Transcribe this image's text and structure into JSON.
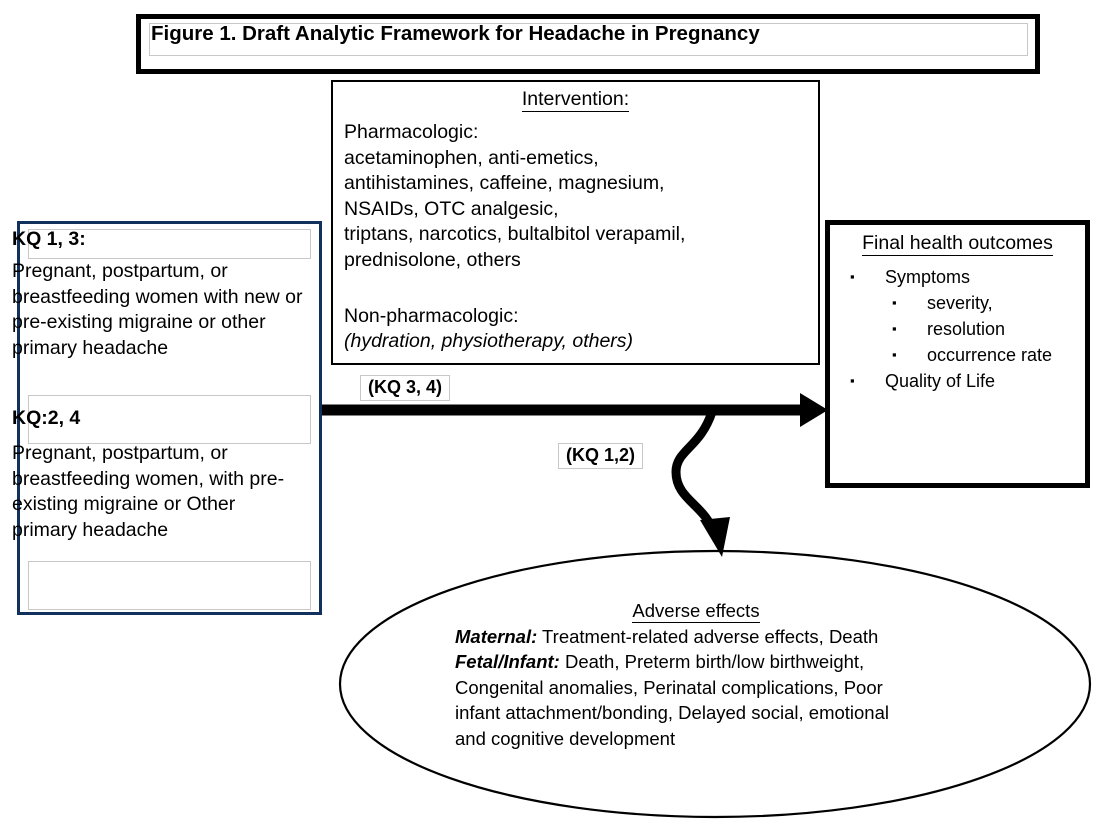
{
  "figure": {
    "title": "Figure 1. Draft Analytic Framework for Headache in Pregnancy"
  },
  "population": {
    "kq1_3": {
      "heading": "KQ 1, 3:",
      "body": "Pregnant, postpartum, or breastfeeding women with new or pre-existing migraine or other primary headache"
    },
    "kq2_4": {
      "heading": "KQ:2, 4",
      "body": "Pregnant, postpartum, or breastfeeding women, with pre-existing migraine or Other primary headache"
    }
  },
  "intervention": {
    "heading": "Intervention:",
    "pharmacologic_label": "Pharmacologic:",
    "pharmacologic_items": "acetaminophen, anti-emetics,\nantihistamines, caffeine, magnesium,\nNSAIDs, OTC analgesic,\ntriptans, narcotics, bultalbitol verapamil,\nprednisolone, others",
    "nonpharmacologic_label": "Non-pharmacologic:",
    "nonpharmacologic_items": "(hydration, physiotherapy, others)"
  },
  "outcomes": {
    "heading": "Final health outcomes",
    "items": [
      {
        "level": 1,
        "label": "Symptoms"
      },
      {
        "level": 2,
        "label": "severity,"
      },
      {
        "level": 2,
        "label": "resolution"
      },
      {
        "level": 2,
        "label": "occurrence rate"
      },
      {
        "level": 1,
        "label": "Quality of Life"
      }
    ],
    "bullet_glyph": "▪"
  },
  "arrows": {
    "main_label": "(KQ 3, 4)",
    "branch_label": "(KQ 1,2)"
  },
  "adverse_effects": {
    "heading": "Adverse effects",
    "maternal_label": "Maternal:",
    "maternal_text": " Treatment-related adverse effects, Death",
    "fetal_label": "Fetal/Infant:",
    "fetal_text": " Death, Preterm birth/low birthweight,\nCongenital anomalies, Perinatal complications, Poor\ninfant attachment/bonding, Delayed social, emotional\nand cognitive development"
  },
  "colors": {
    "population_border": "#12305c",
    "box_border": "#000000",
    "inner_border": "#c8c8c8",
    "background": "#ffffff"
  }
}
